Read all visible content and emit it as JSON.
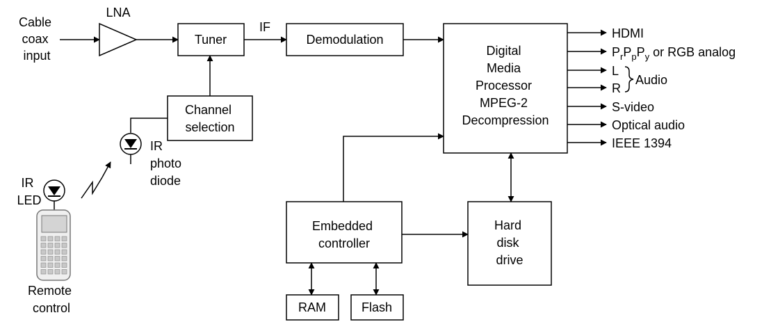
{
  "inputs": {
    "cable": [
      "Cable",
      "coax",
      "input"
    ],
    "lna": "LNA",
    "if_label": "IF"
  },
  "blocks": {
    "tuner": "Tuner",
    "demodulation": "Demodulation",
    "channel_selection": [
      "Channel",
      "selection"
    ],
    "processor": [
      "Digital",
      "Media",
      "Processor",
      "MPEG-2",
      "Decompression"
    ],
    "embedded_controller": [
      "Embedded",
      "controller"
    ],
    "hard_disk": [
      "Hard",
      "disk",
      "drive"
    ],
    "ram": "RAM",
    "flash": "Flash"
  },
  "ir": {
    "photodiode": [
      "IR",
      "photo",
      "diode"
    ],
    "led": [
      "IR",
      "LED"
    ],
    "remote": [
      "Remote",
      "control"
    ]
  },
  "outputs": {
    "hdmi": "HDMI",
    "component": {
      "p1": "P",
      "s1": "r",
      "p2": "P",
      "s2": "p",
      "p3": "P",
      "s3": "y",
      "rest": " or RGB analog"
    },
    "l": "L",
    "r": "R",
    "audio": "Audio",
    "svideo": "S-video",
    "optical": "Optical audio",
    "ieee": "IEEE 1394"
  }
}
